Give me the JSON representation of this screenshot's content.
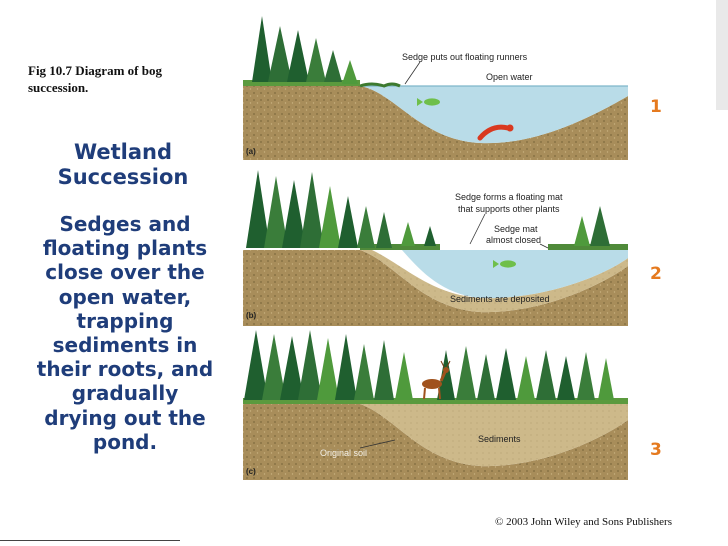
{
  "caption": "Fig 10.7  Diagram of bog\nsuccession.",
  "heading": "Wetland\nSuccession",
  "body": "Sedges and\nfloating plants\nclose over the\nopen water,\ntrapping\nsediments in\ntheir roots, and\ngradually\ndrying out the\npond.",
  "stage_numbers": [
    "1",
    "2",
    "3"
  ],
  "panel_letters": [
    "(a)",
    "(b)",
    "(c)"
  ],
  "panel_a": {
    "label_sedge": "Sedge puts out floating runners",
    "label_water": "Open water"
  },
  "panel_b": {
    "label_mat_line1": "Sedge forms a floating mat",
    "label_mat_line2": "that supports other plants",
    "label_closed_line1": "Sedge mat",
    "label_closed_line2": "almost closed",
    "label_sediment": "Sediments are deposited"
  },
  "panel_c": {
    "label_original": "Original soil",
    "label_sediments": "Sediments"
  },
  "copyright": "© 2003 John Wiley and Sons Publishers",
  "colors": {
    "text_blue": "#1f3d7a",
    "accent_orange": "#e57a1f",
    "soil": "#a88d5a",
    "sediment": "#cdb98a",
    "water": "#b9dce8",
    "tree_dark": "#1f5f2f",
    "tree_light": "#4f9a3c"
  }
}
